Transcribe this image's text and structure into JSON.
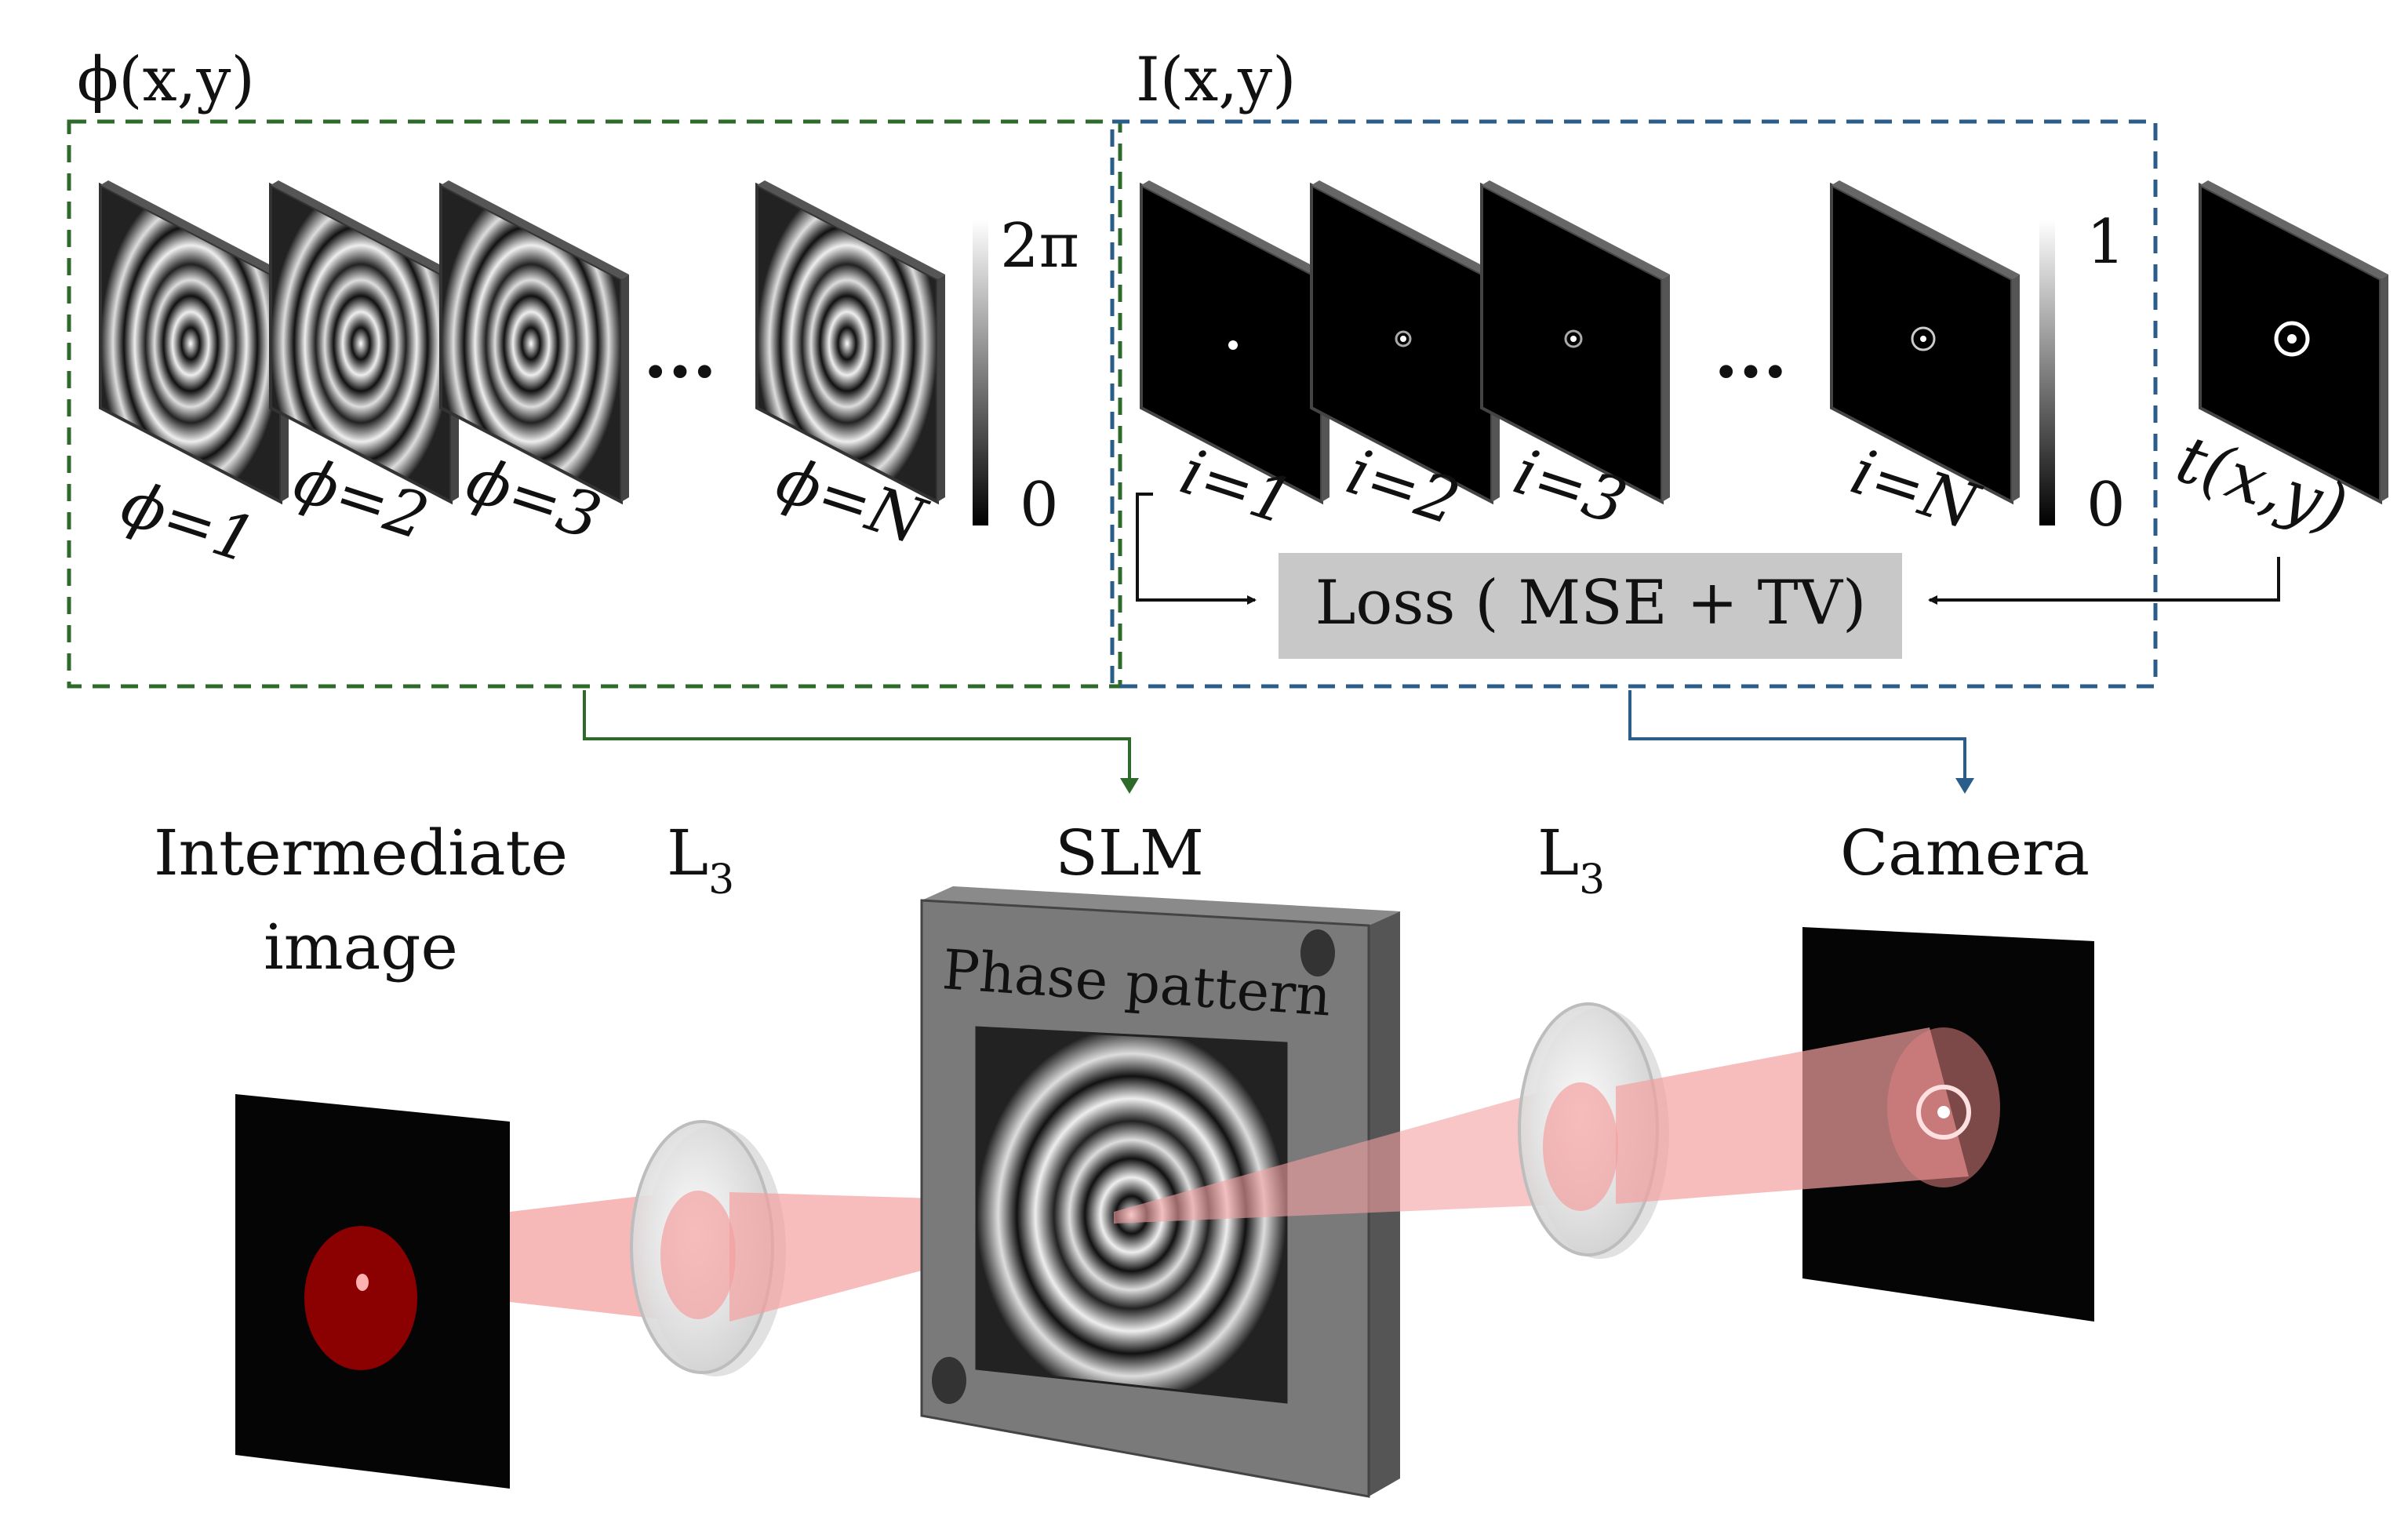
{
  "phase_box": {
    "title": "ϕ(x,y)",
    "color": "#2e6b2a",
    "frames": [
      "ϕ=1",
      "ϕ=2",
      "ϕ=3",
      "ϕ=N"
    ],
    "ellipsis": "···",
    "colorbar": {
      "max_label": "2π",
      "min_label": "0"
    }
  },
  "intensity_box": {
    "title": "I(x,y)",
    "color": "#2b5d8a",
    "frames": [
      "i=1",
      "i=2",
      "i=3",
      "i=N"
    ],
    "ellipsis": "···",
    "colorbar": {
      "max_label": "1",
      "min_label": "0"
    },
    "loss_label": "Loss ( MSE + TV)",
    "target_label": "t(x,y)"
  },
  "setup": {
    "intermediate_label_line1": "Intermediate",
    "intermediate_label_line2": "image",
    "lens_left": {
      "main": "L",
      "sub": "3"
    },
    "slm_label": "SLM",
    "phase_pattern_label": "Phase pattern",
    "lens_right": {
      "main": "L",
      "sub": "3"
    },
    "camera_label": "Camera"
  },
  "colors": {
    "beam": "#f4a0a0",
    "spot_red": "#8b0000",
    "slm_body": "#7a7a7a",
    "loss_box": "#c8c8c8"
  }
}
